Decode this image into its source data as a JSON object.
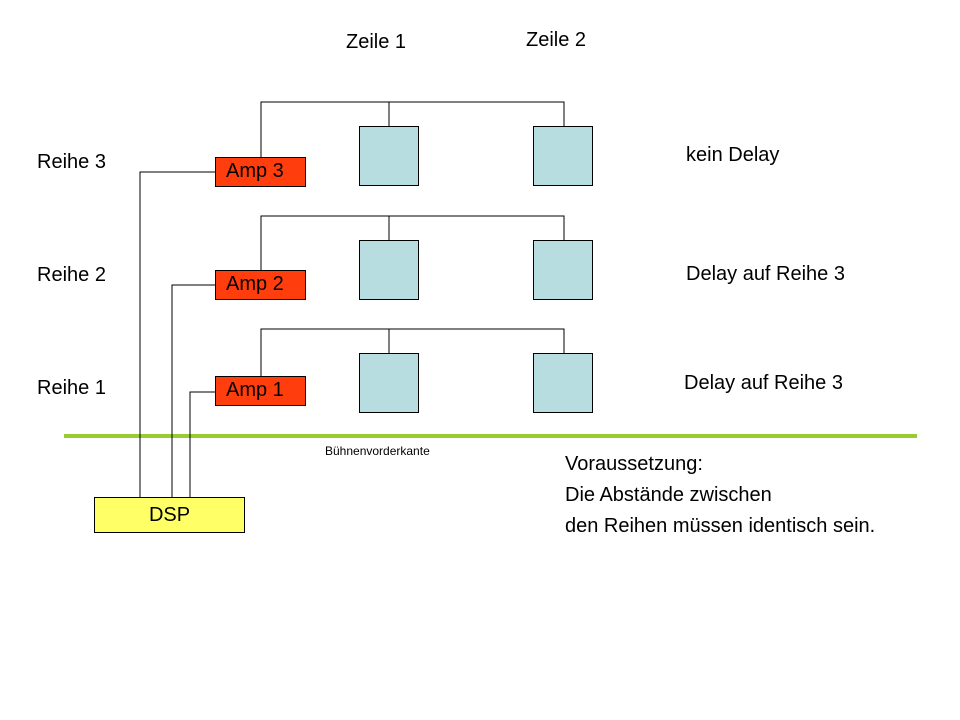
{
  "columns": {
    "col1": "Zeile 1",
    "col2": "Zeile 2"
  },
  "rows": {
    "row3": "Reihe 3",
    "row2": "Reihe 2",
    "row1": "Reihe 1"
  },
  "amps": {
    "amp3": "Amp 3",
    "amp2": "Amp 2",
    "amp1": "Amp 1"
  },
  "delays": {
    "row3": "kein Delay",
    "row2": "Delay auf Reihe 3",
    "row1": "Delay auf Reihe 3"
  },
  "stage_edge": "Bühnenvorderkante",
  "dsp": "DSP",
  "note": {
    "line1": "Voraussetzung:",
    "line2": "Die Abstände zwischen",
    "line3": "den Reihen müssen identisch sein."
  },
  "colors": {
    "amp": "#ff3d0d",
    "dsp": "#ffff66",
    "speaker": "#b8dde0",
    "stage_line": "#99cc33"
  }
}
